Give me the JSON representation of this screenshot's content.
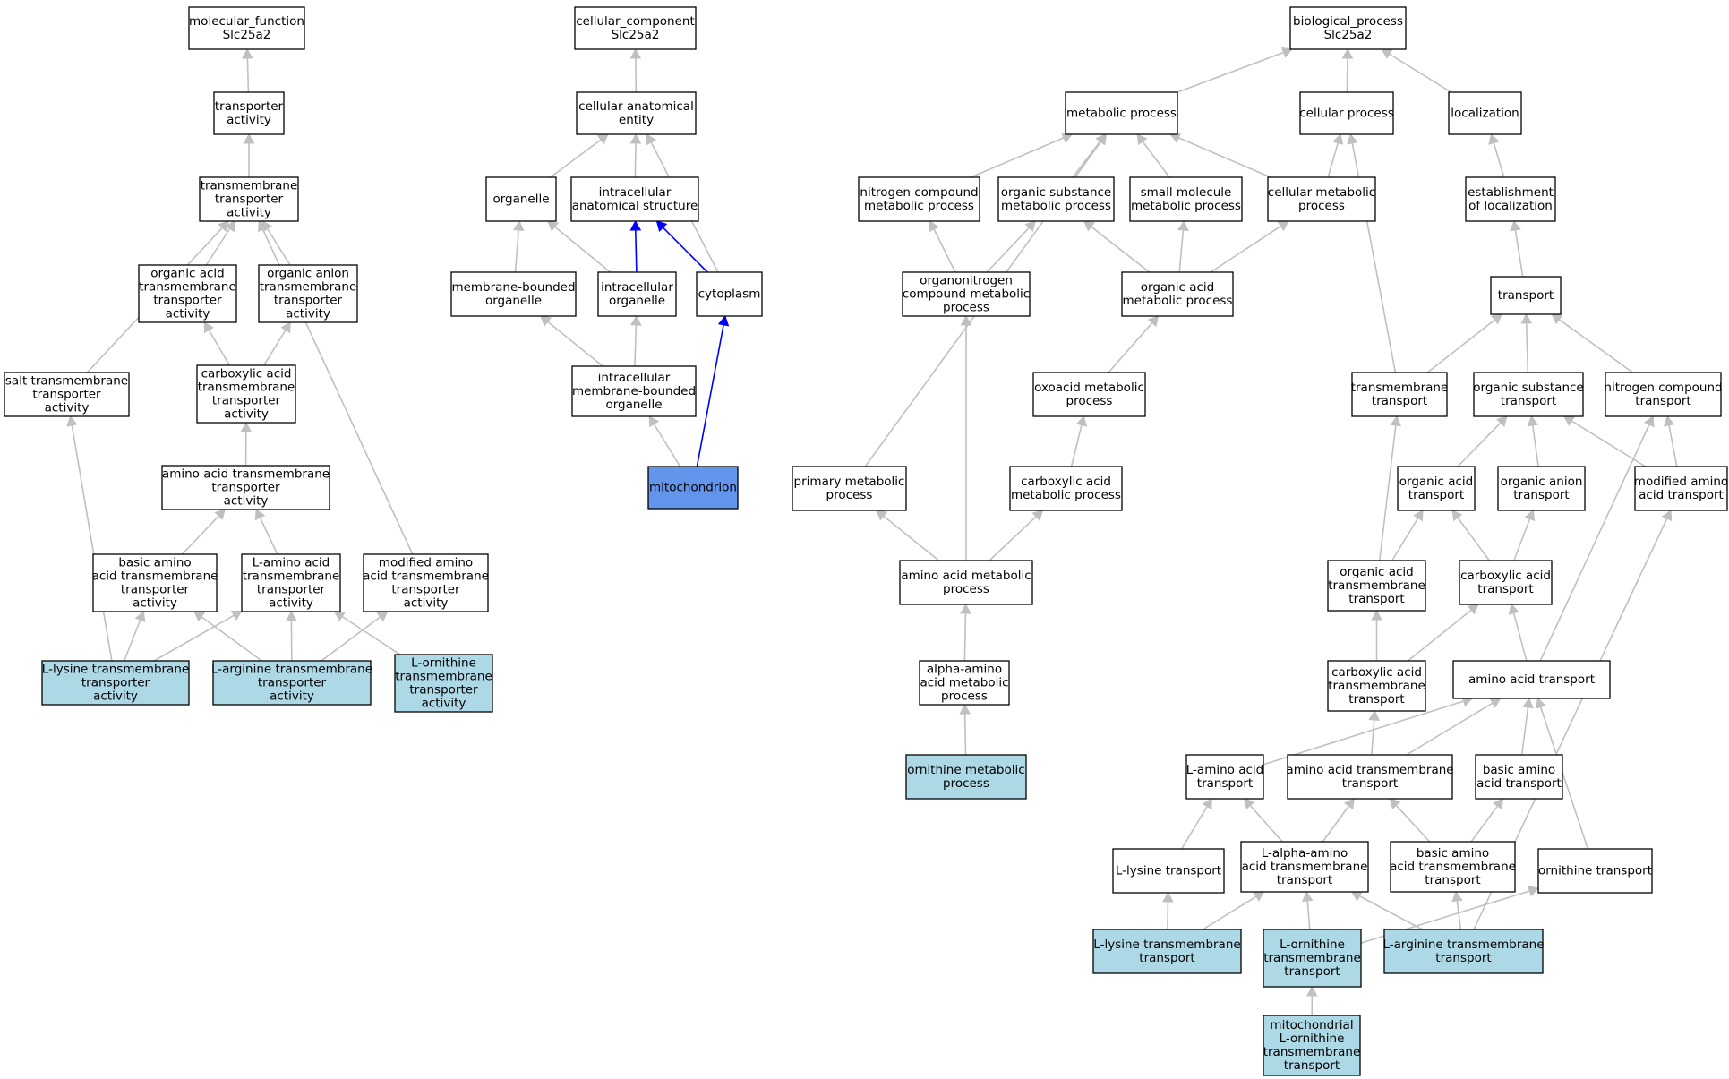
{
  "colors": {
    "highlight": "#add8e6",
    "focus": "#6495ed",
    "default_fill": "#ffffff",
    "edge": "#c0c0c0",
    "edge_highlight": "#0000ff"
  },
  "nodes": {
    "mf_root": {
      "lines": [
        "molecular_function",
        "Slc25a2"
      ],
      "fill": "white"
    },
    "mf_transporter": {
      "lines": [
        "transporter",
        "activity"
      ],
      "fill": "white"
    },
    "mf_tm_transporter": {
      "lines": [
        "transmembrane",
        "transporter",
        "activity"
      ],
      "fill": "white"
    },
    "mf_oa_tm": {
      "lines": [
        "organic acid",
        "transmembrane",
        "transporter",
        "activity"
      ],
      "fill": "white"
    },
    "mf_oan_tm": {
      "lines": [
        "organic anion",
        "transmembrane",
        "transporter",
        "activity"
      ],
      "fill": "white"
    },
    "mf_salt_tm": {
      "lines": [
        "salt transmembrane",
        "transporter",
        "activity"
      ],
      "fill": "white"
    },
    "mf_ca_tm": {
      "lines": [
        "carboxylic acid",
        "transmembrane",
        "transporter",
        "activity"
      ],
      "fill": "white"
    },
    "mf_aa_tm": {
      "lines": [
        "amino acid transmembrane",
        "transporter",
        "activity"
      ],
      "fill": "white"
    },
    "mf_basic_aa": {
      "lines": [
        "basic amino",
        "acid transmembrane",
        "transporter",
        "activity"
      ],
      "fill": "white"
    },
    "mf_laa": {
      "lines": [
        "L-amino acid",
        "transmembrane",
        "transporter",
        "activity"
      ],
      "fill": "white"
    },
    "mf_mod_aa": {
      "lines": [
        "modified amino",
        "acid transmembrane",
        "transporter",
        "activity"
      ],
      "fill": "white"
    },
    "mf_lys": {
      "lines": [
        "L-lysine transmembrane",
        "transporter",
        "activity"
      ],
      "fill": "highlight"
    },
    "mf_arg": {
      "lines": [
        "L-arginine transmembrane",
        "transporter",
        "activity"
      ],
      "fill": "highlight"
    },
    "mf_orn": {
      "lines": [
        "L-ornithine",
        "transmembrane",
        "transporter",
        "activity"
      ],
      "fill": "highlight"
    },
    "cc_root": {
      "lines": [
        "cellular_component",
        "Slc25a2"
      ],
      "fill": "white"
    },
    "cc_entity": {
      "lines": [
        "cellular anatomical",
        "entity"
      ],
      "fill": "white"
    },
    "cc_organelle": {
      "lines": [
        "organelle"
      ],
      "fill": "white"
    },
    "cc_ias": {
      "lines": [
        "intracellular",
        "anatomical structure"
      ],
      "fill": "white"
    },
    "cc_mbo": {
      "lines": [
        "membrane-bounded",
        "organelle"
      ],
      "fill": "white"
    },
    "cc_io": {
      "lines": [
        "intracellular",
        "organelle"
      ],
      "fill": "white"
    },
    "cc_cyto": {
      "lines": [
        "cytoplasm"
      ],
      "fill": "white"
    },
    "cc_imbo": {
      "lines": [
        "intracellular",
        "membrane-bounded",
        "organelle"
      ],
      "fill": "white"
    },
    "cc_mito": {
      "lines": [
        "mitochondrion"
      ],
      "fill": "focus"
    },
    "bp_root": {
      "lines": [
        "biological_process",
        "Slc25a2"
      ],
      "fill": "white"
    },
    "bp_metab": {
      "lines": [
        "metabolic process"
      ],
      "fill": "white"
    },
    "bp_cell": {
      "lines": [
        "cellular process"
      ],
      "fill": "white"
    },
    "bp_loc": {
      "lines": [
        "localization"
      ],
      "fill": "white"
    },
    "bp_ncm": {
      "lines": [
        "nitrogen compound",
        "metabolic process"
      ],
      "fill": "white"
    },
    "bp_osm": {
      "lines": [
        "organic substance",
        "metabolic process"
      ],
      "fill": "white"
    },
    "bp_smm": {
      "lines": [
        "small molecule",
        "metabolic process"
      ],
      "fill": "white"
    },
    "bp_cm": {
      "lines": [
        "cellular metabolic",
        "process"
      ],
      "fill": "white"
    },
    "bp_estloc": {
      "lines": [
        "establishment",
        "of localization"
      ],
      "fill": "white"
    },
    "bp_oncm": {
      "lines": [
        "organonitrogen",
        "compound metabolic",
        "process"
      ],
      "fill": "white"
    },
    "bp_oam": {
      "lines": [
        "organic acid",
        "metabolic process"
      ],
      "fill": "white"
    },
    "bp_transport": {
      "lines": [
        "transport"
      ],
      "fill": "white"
    },
    "bp_oxo": {
      "lines": [
        "oxoacid metabolic",
        "process"
      ],
      "fill": "white"
    },
    "bp_tmt": {
      "lines": [
        "transmembrane",
        "transport"
      ],
      "fill": "white"
    },
    "bp_ost": {
      "lines": [
        "organic substance",
        "transport"
      ],
      "fill": "white"
    },
    "bp_nct": {
      "lines": [
        "nitrogen compound",
        "transport"
      ],
      "fill": "white"
    },
    "bp_pm": {
      "lines": [
        "primary metabolic",
        "process"
      ],
      "fill": "white"
    },
    "bp_cam": {
      "lines": [
        "carboxylic acid",
        "metabolic process"
      ],
      "fill": "white"
    },
    "bp_oat": {
      "lines": [
        "organic acid",
        "transport"
      ],
      "fill": "white"
    },
    "bp_oant": {
      "lines": [
        "organic anion",
        "transport"
      ],
      "fill": "white"
    },
    "bp_mod_aat": {
      "lines": [
        "modified amino",
        "acid transport"
      ],
      "fill": "white"
    },
    "bp_aam": {
      "lines": [
        "amino acid metabolic",
        "process"
      ],
      "fill": "white"
    },
    "bp_oatm": {
      "lines": [
        "organic acid",
        "transmembrane",
        "transport"
      ],
      "fill": "white"
    },
    "bp_cat": {
      "lines": [
        "carboxylic acid",
        "transport"
      ],
      "fill": "white"
    },
    "bp_aaam": {
      "lines": [
        "alpha-amino",
        "acid metabolic",
        "process"
      ],
      "fill": "white"
    },
    "bp_catm": {
      "lines": [
        "carboxylic acid",
        "transmembrane",
        "transport"
      ],
      "fill": "white"
    },
    "bp_aat": {
      "lines": [
        "amino acid transport"
      ],
      "fill": "white"
    },
    "bp_ornm": {
      "lines": [
        "ornithine metabolic",
        "process"
      ],
      "fill": "highlight"
    },
    "bp_laat": {
      "lines": [
        "L-amino acid",
        "transport"
      ],
      "fill": "white"
    },
    "bp_aatm": {
      "lines": [
        "amino acid transmembrane",
        "transport"
      ],
      "fill": "white"
    },
    "bp_baat": {
      "lines": [
        "basic amino",
        "acid transport"
      ],
      "fill": "white"
    },
    "bp_lyst": {
      "lines": [
        "L-lysine transport"
      ],
      "fill": "white"
    },
    "bp_laaatm": {
      "lines": [
        "L-alpha-amino",
        "acid transmembrane",
        "transport"
      ],
      "fill": "white"
    },
    "bp_baatm": {
      "lines": [
        "basic amino",
        "acid transmembrane",
        "transport"
      ],
      "fill": "white"
    },
    "bp_ornt": {
      "lines": [
        "ornithine transport"
      ],
      "fill": "white"
    },
    "bp_lystm": {
      "lines": [
        "L-lysine transmembrane",
        "transport"
      ],
      "fill": "highlight"
    },
    "bp_orntm": {
      "lines": [
        "L-ornithine",
        "transmembrane",
        "transport"
      ],
      "fill": "highlight"
    },
    "bp_argtm": {
      "lines": [
        "L-arginine transmembrane",
        "transport"
      ],
      "fill": "highlight"
    },
    "bp_mito_orn": {
      "lines": [
        "mitochondrial",
        "L-ornithine",
        "transmembrane",
        "transport"
      ],
      "fill": "highlight"
    }
  },
  "edges": [
    {
      "from": "mf_transporter",
      "to": "mf_root"
    },
    {
      "from": "mf_tm_transporter",
      "to": "mf_transporter"
    },
    {
      "from": "mf_oa_tm",
      "to": "mf_tm_transporter"
    },
    {
      "from": "mf_oan_tm",
      "to": "mf_tm_transporter"
    },
    {
      "from": "mf_salt_tm",
      "to": "mf_tm_transporter"
    },
    {
      "from": "mf_mod_aa",
      "to": "mf_tm_transporter"
    },
    {
      "from": "mf_ca_tm",
      "to": "mf_oa_tm"
    },
    {
      "from": "mf_ca_tm",
      "to": "mf_oan_tm"
    },
    {
      "from": "mf_aa_tm",
      "to": "mf_ca_tm"
    },
    {
      "from": "mf_basic_aa",
      "to": "mf_aa_tm"
    },
    {
      "from": "mf_laa",
      "to": "mf_aa_tm"
    },
    {
      "from": "mf_lys",
      "to": "mf_salt_tm"
    },
    {
      "from": "mf_lys",
      "to": "mf_basic_aa"
    },
    {
      "from": "mf_lys",
      "to": "mf_laa"
    },
    {
      "from": "mf_arg",
      "to": "mf_basic_aa"
    },
    {
      "from": "mf_arg",
      "to": "mf_laa"
    },
    {
      "from": "mf_arg",
      "to": "mf_mod_aa"
    },
    {
      "from": "mf_orn",
      "to": "mf_laa"
    },
    {
      "from": "cc_entity",
      "to": "cc_root"
    },
    {
      "from": "cc_organelle",
      "to": "cc_entity"
    },
    {
      "from": "cc_ias",
      "to": "cc_entity"
    },
    {
      "from": "cc_cyto",
      "to": "cc_entity"
    },
    {
      "from": "cc_mbo",
      "to": "cc_organelle"
    },
    {
      "from": "cc_io",
      "to": "cc_organelle"
    },
    {
      "from": "cc_io",
      "to": "cc_ias",
      "color": "blue"
    },
    {
      "from": "cc_cyto",
      "to": "cc_ias",
      "color": "blue"
    },
    {
      "from": "cc_imbo",
      "to": "cc_mbo"
    },
    {
      "from": "cc_imbo",
      "to": "cc_io"
    },
    {
      "from": "cc_mito",
      "to": "cc_imbo"
    },
    {
      "from": "cc_mito",
      "to": "cc_cyto",
      "color": "blue"
    },
    {
      "from": "bp_metab",
      "to": "bp_root"
    },
    {
      "from": "bp_cell",
      "to": "bp_root"
    },
    {
      "from": "bp_loc",
      "to": "bp_root"
    },
    {
      "from": "bp_ncm",
      "to": "bp_metab"
    },
    {
      "from": "bp_osm",
      "to": "bp_metab"
    },
    {
      "from": "bp_smm",
      "to": "bp_metab"
    },
    {
      "from": "bp_cm",
      "to": "bp_metab"
    },
    {
      "from": "bp_pm",
      "to": "bp_metab"
    },
    {
      "from": "bp_cm",
      "to": "bp_cell"
    },
    {
      "from": "bp_tmt",
      "to": "bp_cell"
    },
    {
      "from": "bp_estloc",
      "to": "bp_loc"
    },
    {
      "from": "bp_oncm",
      "to": "bp_ncm"
    },
    {
      "from": "bp_oncm",
      "to": "bp_osm"
    },
    {
      "from": "bp_oam",
      "to": "bp_osm"
    },
    {
      "from": "bp_oam",
      "to": "bp_smm"
    },
    {
      "from": "bp_oam",
      "to": "bp_cm"
    },
    {
      "from": "bp_transport",
      "to": "bp_estloc"
    },
    {
      "from": "bp_tmt",
      "to": "bp_transport"
    },
    {
      "from": "bp_ost",
      "to": "bp_transport"
    },
    {
      "from": "bp_nct",
      "to": "bp_transport"
    },
    {
      "from": "bp_oxo",
      "to": "bp_oam"
    },
    {
      "from": "bp_cam",
      "to": "bp_oxo"
    },
    {
      "from": "bp_aam",
      "to": "bp_oncm"
    },
    {
      "from": "bp_aam",
      "to": "bp_pm"
    },
    {
      "from": "bp_aam",
      "to": "bp_cam"
    },
    {
      "from": "bp_aaam",
      "to": "bp_aam"
    },
    {
      "from": "bp_ornm",
      "to": "bp_aaam"
    },
    {
      "from": "bp_oat",
      "to": "bp_ost"
    },
    {
      "from": "bp_oant",
      "to": "bp_ost"
    },
    {
      "from": "bp_mod_aat",
      "to": "bp_ost"
    },
    {
      "from": "bp_mod_aat",
      "to": "bp_nct"
    },
    {
      "from": "bp_oatm",
      "to": "bp_tmt"
    },
    {
      "from": "bp_oatm",
      "to": "bp_oat"
    },
    {
      "from": "bp_cat",
      "to": "bp_oat"
    },
    {
      "from": "bp_cat",
      "to": "bp_oant"
    },
    {
      "from": "bp_catm",
      "to": "bp_oatm"
    },
    {
      "from": "bp_catm",
      "to": "bp_cat"
    },
    {
      "from": "bp_aat",
      "to": "bp_cat"
    },
    {
      "from": "bp_aat",
      "to": "bp_nct"
    },
    {
      "from": "bp_aatm",
      "to": "bp_catm"
    },
    {
      "from": "bp_aatm",
      "to": "bp_aat"
    },
    {
      "from": "bp_laat",
      "to": "bp_aat"
    },
    {
      "from": "bp_baat",
      "to": "bp_aat"
    },
    {
      "from": "bp_ornt",
      "to": "bp_aat"
    },
    {
      "from": "bp_lyst",
      "to": "bp_laat"
    },
    {
      "from": "bp_laaatm",
      "to": "bp_laat"
    },
    {
      "from": "bp_laaatm",
      "to": "bp_aatm"
    },
    {
      "from": "bp_baatm",
      "to": "bp_aatm"
    },
    {
      "from": "bp_baatm",
      "to": "bp_baat"
    },
    {
      "from": "bp_lystm",
      "to": "bp_lyst"
    },
    {
      "from": "bp_lystm",
      "to": "bp_laaatm"
    },
    {
      "from": "bp_orntm",
      "to": "bp_laaatm"
    },
    {
      "from": "bp_orntm",
      "to": "bp_ornt"
    },
    {
      "from": "bp_argtm",
      "to": "bp_laaatm"
    },
    {
      "from": "bp_argtm",
      "to": "bp_baatm"
    },
    {
      "from": "bp_argtm",
      "to": "bp_mod_aat"
    },
    {
      "from": "bp_mito_orn",
      "to": "bp_orntm"
    }
  ]
}
